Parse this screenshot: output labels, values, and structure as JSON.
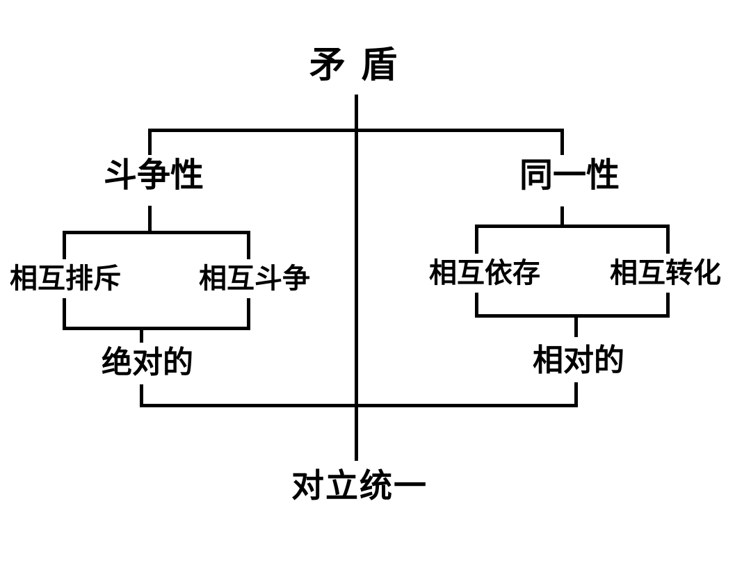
{
  "diagram": {
    "title": "矛盾",
    "left_branch": {
      "label": "斗争性",
      "box_items": [
        "相互排斥",
        "相互斗争"
      ],
      "attribute": "绝对的"
    },
    "right_branch": {
      "label": "同一性",
      "box_items": [
        "相互依存",
        "相互转化"
      ],
      "attribute": "相对的"
    },
    "conclusion": "对立统一",
    "colors": {
      "line": "#000000",
      "text": "#000000",
      "background": "#ffffff"
    }
  }
}
